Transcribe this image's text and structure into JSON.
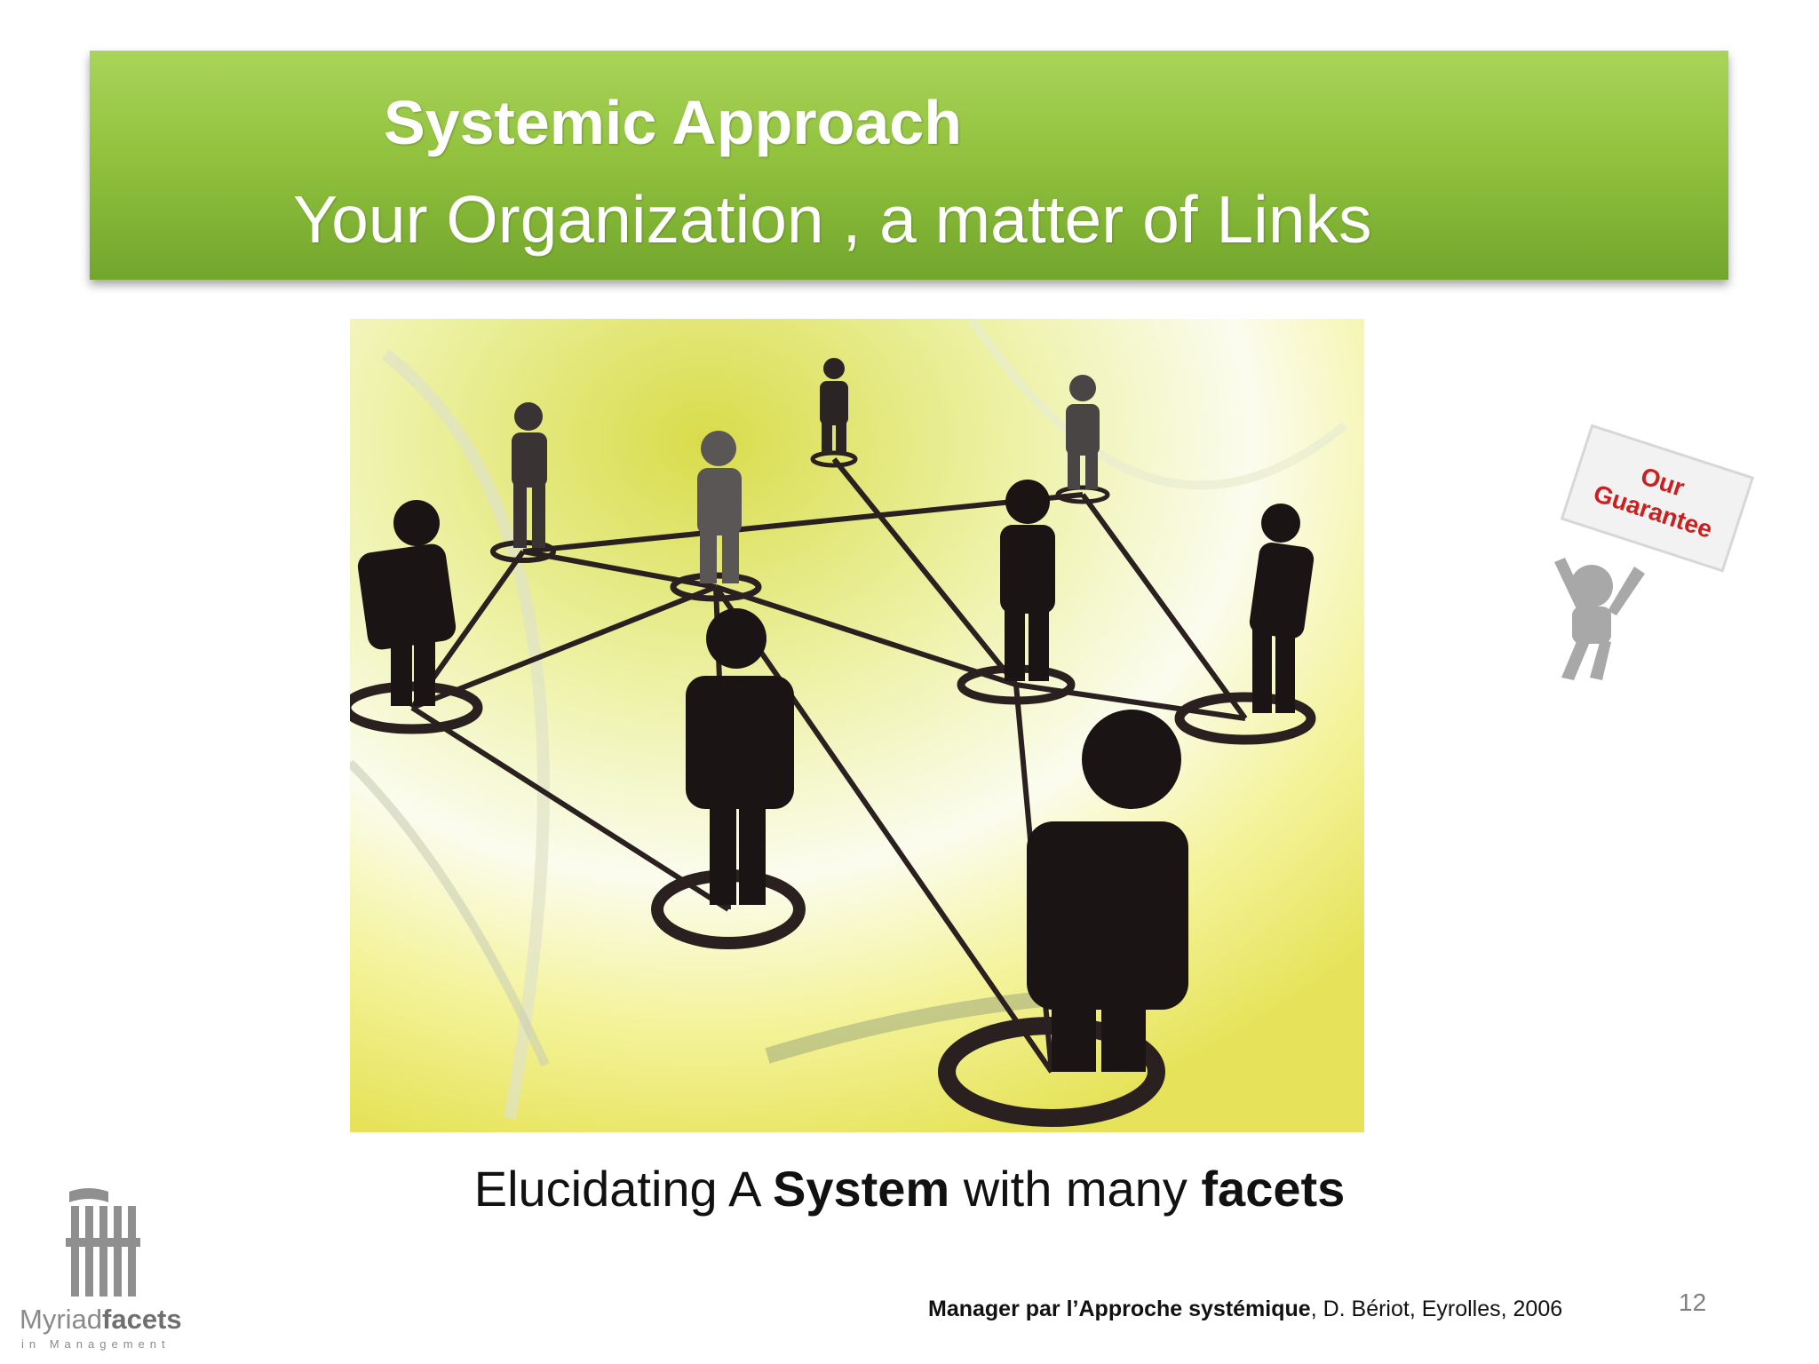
{
  "slide": {
    "title": "Systemic Approach",
    "subtitle": "Your Organization , a matter of Links",
    "caption": {
      "part1": "Elucidating A ",
      "bold1": "System",
      "part2": " with many ",
      "bold2": "facets"
    },
    "guarantee_sign": {
      "line1": "Our",
      "line2": "Guarantee"
    },
    "logo": {
      "word_light": "Myriad",
      "word_bold": "facets",
      "tagline": "in Management"
    },
    "reference": {
      "bold": "Manager par l’Approche systémique",
      "rest": ", D. Bériot, Eyrolles, 2006"
    },
    "page_number": "12"
  },
  "colors": {
    "title_bar": "#92c23e",
    "figure_dark": "#1a1414",
    "figure_grey": "#555555",
    "sign_red": "#cc1f1f"
  },
  "icons": [
    "network-people-image",
    "guarantee-figure-icon",
    "myriadfacets-logo-icon"
  ]
}
